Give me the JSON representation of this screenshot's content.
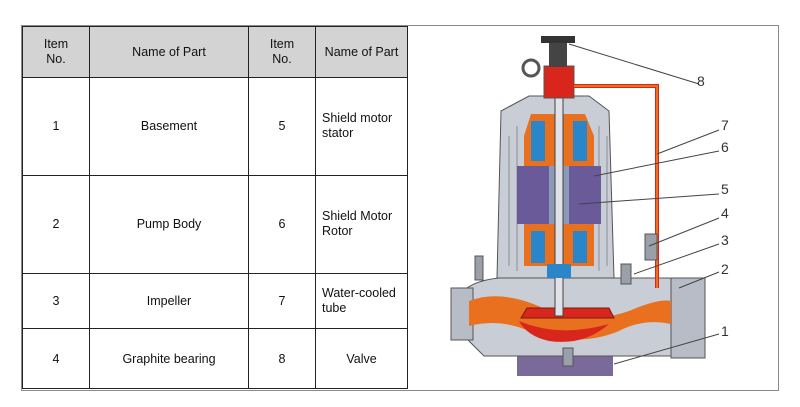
{
  "table": {
    "headers": [
      "Item\nNo.",
      "Name of Part",
      "Item\nNo.",
      "Name of Part"
    ],
    "rows": [
      {
        "no_a": "1",
        "name_a": "Basement",
        "no_b": "5",
        "name_b": "Shield motor stator"
      },
      {
        "no_a": "2",
        "name_a": "Pump Body",
        "no_b": "6",
        "name_b": "Shield Motor Rotor"
      },
      {
        "no_a": "3",
        "name_a": "Impeller",
        "no_b": "7",
        "name_b": "Water-cooled tube"
      },
      {
        "no_a": "4",
        "name_a": "Graphite bearing",
        "no_b": "8",
        "name_b": "Valve"
      }
    ]
  },
  "diagram": {
    "callouts": [
      "8",
      "7",
      "6",
      "5",
      "4",
      "3",
      "2",
      "1"
    ],
    "colors": {
      "orange": "#e8701f",
      "red": "#d9261c",
      "blue": "#2a86c9",
      "purple": "#6a5a9a",
      "steel": "#c9cdd6"
    }
  }
}
